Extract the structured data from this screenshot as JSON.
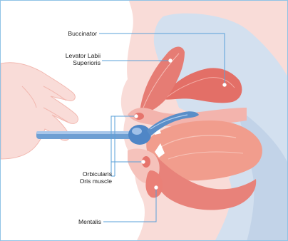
{
  "labels": {
    "buccinator": "Buccinator",
    "levator": {
      "line1": "Levator Labii",
      "line2": "Superioris"
    },
    "orbicularis": {
      "line1": "Orbicularis",
      "line2": "Oris muscle"
    },
    "mentalis": "Mentalis"
  },
  "colors": {
    "skin": "#f8d7d4",
    "skin_dark": "#f0b9b3",
    "muscle": "#e77a72",
    "muscle_light": "#f6b3a9",
    "tongue": "#f09a8b",
    "blue_bg": "#c9d9ec",
    "instrument": "#5a8ec8",
    "leader": "#5aa0d8"
  }
}
